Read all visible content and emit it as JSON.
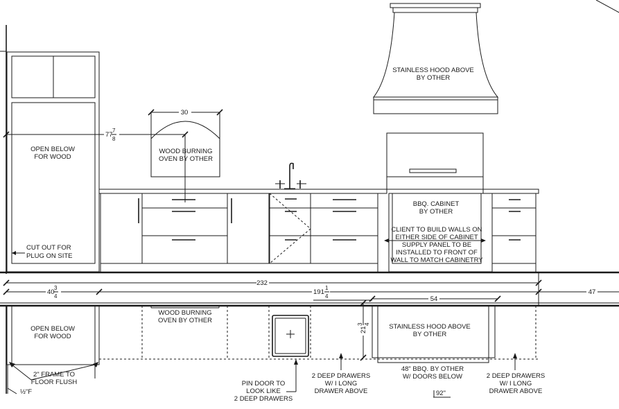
{
  "elevation": {
    "hood_note": [
      "STAINLESS HOOD ABOVE",
      "BY OTHER"
    ],
    "pantry_note": [
      "OPEN BELOW",
      "FOR WOOD"
    ],
    "height_dim": {
      "whole": "77",
      "num": "7",
      "den": "8"
    },
    "oven_width_dim": "30",
    "oven_note": [
      "WOOD BURNING",
      "OVEN BY OTHER"
    ],
    "bbq_cabinet_note": [
      "BBQ. CABINET",
      "BY OTHER"
    ],
    "client_note": [
      "CLIENT TO BUILD WALLS ON",
      "EITHER SIDE OF CABINET",
      "SUPPLY PANEL TO BE",
      "INSTALLED TO FRONT OF",
      "WALL TO MATCH CABINETRY"
    ],
    "cutout_note": [
      "CUT OUT FOR",
      "PLUG ON SITE"
    ]
  },
  "dimensions": {
    "overall": "232",
    "left_run": {
      "whole": "40",
      "num": "3",
      "den": "4"
    },
    "middle_run": {
      "whole": "191",
      "num": "1",
      "den": "4"
    },
    "right_run": "47",
    "bbq_width": "54",
    "bbq_depth": {
      "whole": "21",
      "num": "3",
      "den": "4"
    }
  },
  "plan": {
    "pantry_note": [
      "OPEN BELOW",
      "FOR WOOD"
    ],
    "oven_note": [
      "WOOD BURNING",
      "OVEN BY OTHER"
    ],
    "hood_note": [
      "STAINLESS HOOD ABOVE",
      "BY OTHER"
    ],
    "frame_note": [
      "2\" FRAME TO",
      "FLOOR FLUSH"
    ],
    "small_dim": "½\"F",
    "pin_door_note": [
      "PIN DOOR TO",
      "LOOK LIKE",
      "2 DEEP DRAWERS"
    ],
    "drawers_note_center": [
      "2 DEEP DRAWERS",
      "W/ I LONG",
      "DRAWER ABOVE"
    ],
    "bbq_note": [
      "48\" BBQ. BY OTHER",
      "W/ DOORS BELOW"
    ],
    "drawers_note_right": [
      "2 DEEP DRAWERS",
      "W/ I LONG",
      "DRAWER ABOVE"
    ],
    "ceiling_dim": "92\""
  }
}
